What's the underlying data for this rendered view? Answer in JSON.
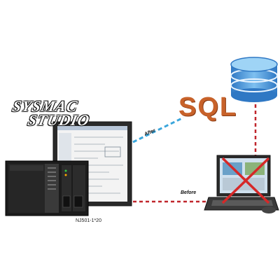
{
  "logo": {
    "line1": "SYSMAC",
    "line2": "STUDIO"
  },
  "database": {
    "label": "SQL"
  },
  "edges": {
    "after_label": "After",
    "before_label": "Before"
  },
  "plc": {
    "caption": "NJ501-1*20"
  },
  "colors": {
    "sql_orange": "#c8622a",
    "after_line": "#3aa6dc",
    "before_line": "#c0262c",
    "db_blue": "#3f8fd8",
    "cross_red": "#d62828"
  },
  "icons": [
    "database-icon",
    "plc-controller-icon",
    "software-window-icon",
    "laptop-icon",
    "red-x-cross-icon"
  ]
}
